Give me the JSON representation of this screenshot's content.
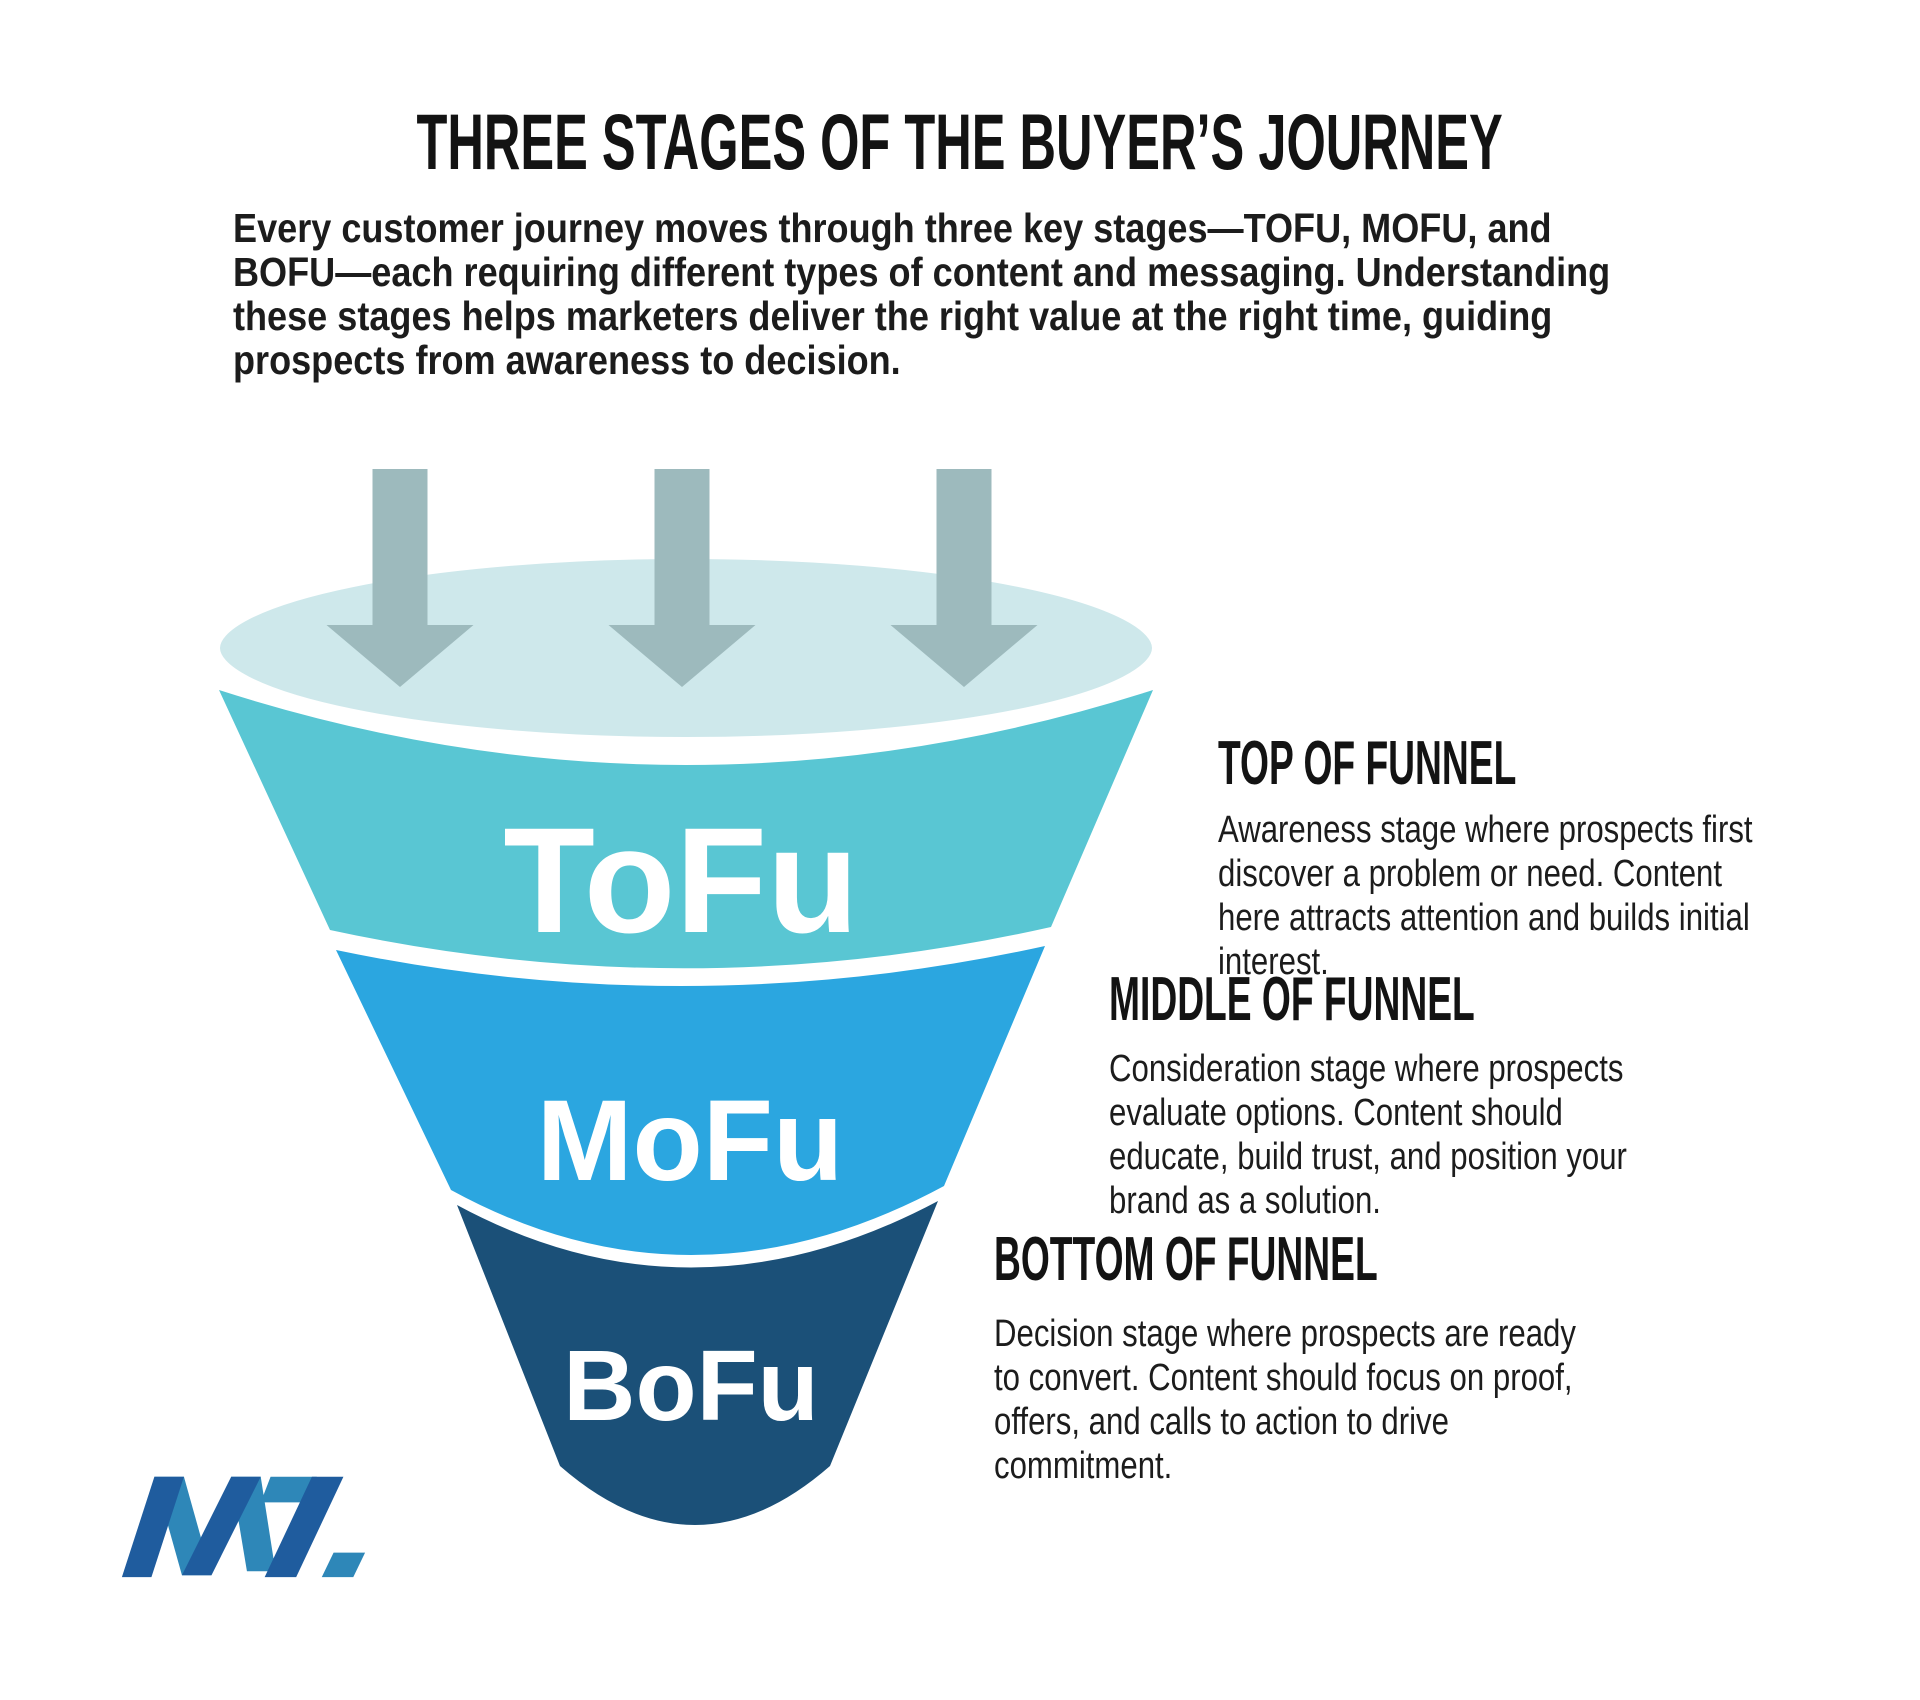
{
  "title": "THREE STAGES OF THE BUYER’S JOURNEY",
  "intro": {
    "lines": [
      "Every customer journey moves through three key stages—TOFU, MOFU, and",
      "BOFU—each requiring different types of content and messaging. Understanding",
      "these stages helps marketers deliver the right value at the right time, guiding",
      "prospects from awareness to decision."
    ]
  },
  "funnel": {
    "top_surface_color": "#CEE8EB",
    "arrow_color": "#9DBABD",
    "rim_color": "#ffffff",
    "stages": [
      {
        "label": "ToFu",
        "color": "#59C6D3"
      },
      {
        "label": "MoFu",
        "color": "#2BA6E0"
      },
      {
        "label": "BoFu",
        "color": "#1B5078"
      }
    ]
  },
  "sections": [
    {
      "heading": "TOP OF FUNNEL",
      "lines": [
        "Awareness stage where prospects first",
        "discover a problem or need. Content",
        "here attracts attention and builds initial",
        "interest."
      ]
    },
    {
      "heading": "MIDDLE OF FUNNEL",
      "lines": [
        "Consideration stage where prospects",
        "evaluate options. Content should",
        "educate, build trust, and position your",
        "brand as a solution."
      ]
    },
    {
      "heading": "BOTTOM OF FUNNEL",
      "lines": [
        "Decision stage where prospects are ready",
        "to convert. Content should focus on proof,",
        "offers, and calls to action to drive",
        "commitment."
      ]
    }
  ],
  "logo": {
    "dark_color": "#1F5C9E",
    "light_color": "#2E87B8"
  }
}
